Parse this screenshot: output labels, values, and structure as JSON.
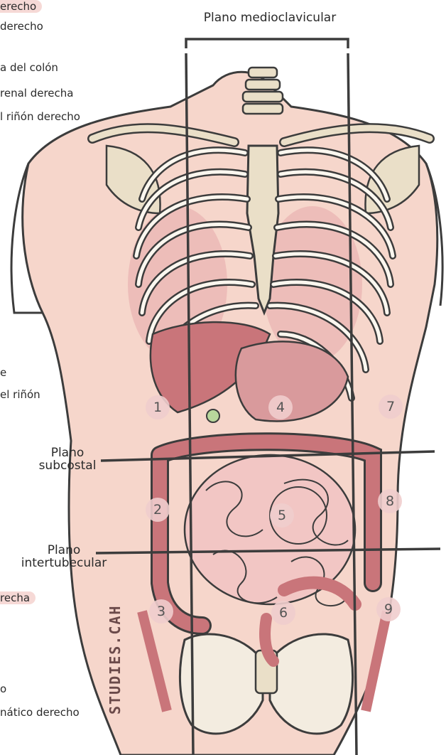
{
  "diagram": {
    "top_label": "Plano medioclavicular",
    "subcostal_label": [
      "Plano",
      "subcostal"
    ],
    "intertubercular_label": [
      "Plano",
      "intertubecular"
    ],
    "regions": [
      "1",
      "2",
      "3",
      "4",
      "5",
      "6",
      "7",
      "8",
      "9"
    ],
    "watermark": "STUDIES.CAH",
    "left_fragments": [
      "erecho",
      "derecho",
      "a del colón",
      "renal derecha",
      "l riñón derecho",
      "e",
      "el riñón",
      "recha",
      "o",
      "nático derecho"
    ],
    "colors": {
      "skin": "#f6d6cb",
      "bone": "#eadfc8",
      "organ": "#c9757a",
      "intestine": "#f2c6c4",
      "line": "#3c3c3c",
      "highlight": "#f6d9d6"
    }
  }
}
